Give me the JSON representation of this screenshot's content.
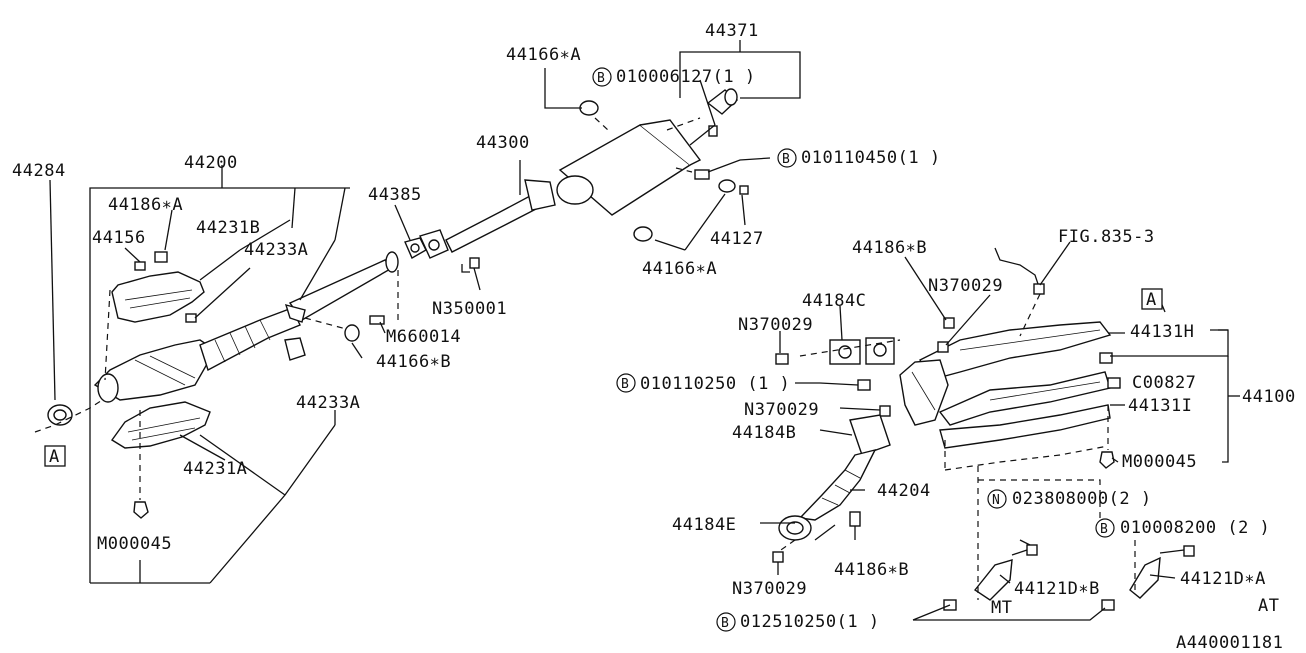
{
  "diagram": {
    "footer_code": "A440001181",
    "section_marker": "A",
    "variant_mt": "MT",
    "variant_at": "AT",
    "bolt_prefix": "B",
    "nut_prefix": "N",
    "labels": {
      "p44284": "44284",
      "p44200": "44200",
      "p44186a_left": "44186∗A",
      "p44231b": "44231B",
      "p44156": "44156",
      "p44233a_top": "44233A",
      "p44385": "44385",
      "p44300": "44300",
      "p44166a_top": "44166∗A",
      "p44371": "44371",
      "b010006127": "010006127(1 )",
      "b010110450": "010110450(1 )",
      "p44127": "44127",
      "p44166a_mid": "44166∗A",
      "n350001": "N350001",
      "m660014": "M660014",
      "p44166b": "44166∗B",
      "p44233a_bottom": "44233A",
      "p44231a": "44231A",
      "m000045_left": "M000045",
      "fig835": "FIG.835-3",
      "p44186b_top": "44186∗B",
      "n370029_top": "N370029",
      "p44184c": "44184C",
      "n370029_mid": "N370029",
      "p44131h": "44131H",
      "b010110250": "010110250 (1 )",
      "c00827": "C00827",
      "p44100": "44100",
      "n370029_low": "N370029",
      "p44131i": "44131I",
      "p44184b": "44184B",
      "m000045_right": "M000045",
      "p44204": "44204",
      "n023808000": "023808000(2 )",
      "b010008200": "010008200 (2 )",
      "p44184e": "44184E",
      "p44186b_bottom": "44186∗B",
      "n370029_bottom": "N370029",
      "p44121d_b": "44121D∗B",
      "p44121d_a": "44121D∗A",
      "b012510250": "012510250(1 )"
    }
  }
}
